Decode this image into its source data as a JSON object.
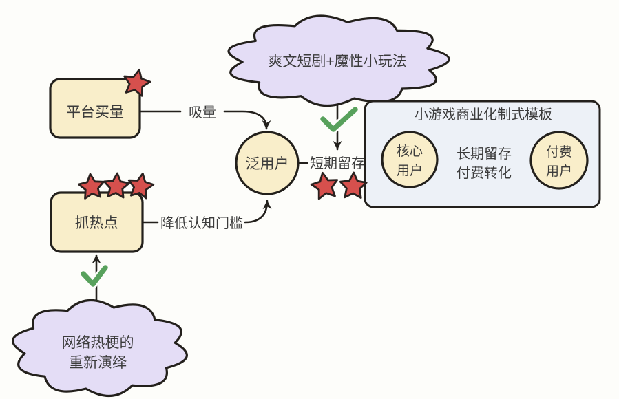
{
  "colors": {
    "background": "#FDFDFA",
    "ink": "#23201C",
    "text": "#3C3C3C",
    "node_fill": "#F9EECA",
    "cloud_fill": "#E4DDF6",
    "panel_fill": "#EDF1F7",
    "star_fill": "#D6504D",
    "star_edge": "#2A211F",
    "check_green": "#58A15C"
  },
  "nodes": {
    "cloud_top": {
      "label": "爽文短剧+魔性小玩法"
    },
    "platform_buy": {
      "label": "平台买量",
      "star_count": 1
    },
    "hot_topic": {
      "label": "抓热点",
      "star_count": 3
    },
    "general_user": {
      "label": "泛用户"
    },
    "panel": {
      "title": "小游戏商业化制式模板"
    },
    "core_user": {
      "line1": "核心",
      "line2": "用户"
    },
    "paying_user": {
      "line1": "付费",
      "line2": "用户"
    },
    "cloud_bottom": {
      "line1": "网络热梗的",
      "line2": "重新演绎"
    }
  },
  "edges": {
    "attract": {
      "label": "吸量"
    },
    "short_retention": {
      "label": "短期留存",
      "star_count": 2
    },
    "lower_barrier": {
      "label": "降低认知门槛"
    },
    "long_retention": {
      "line1": "长期留存",
      "line2": "付费转化"
    }
  }
}
